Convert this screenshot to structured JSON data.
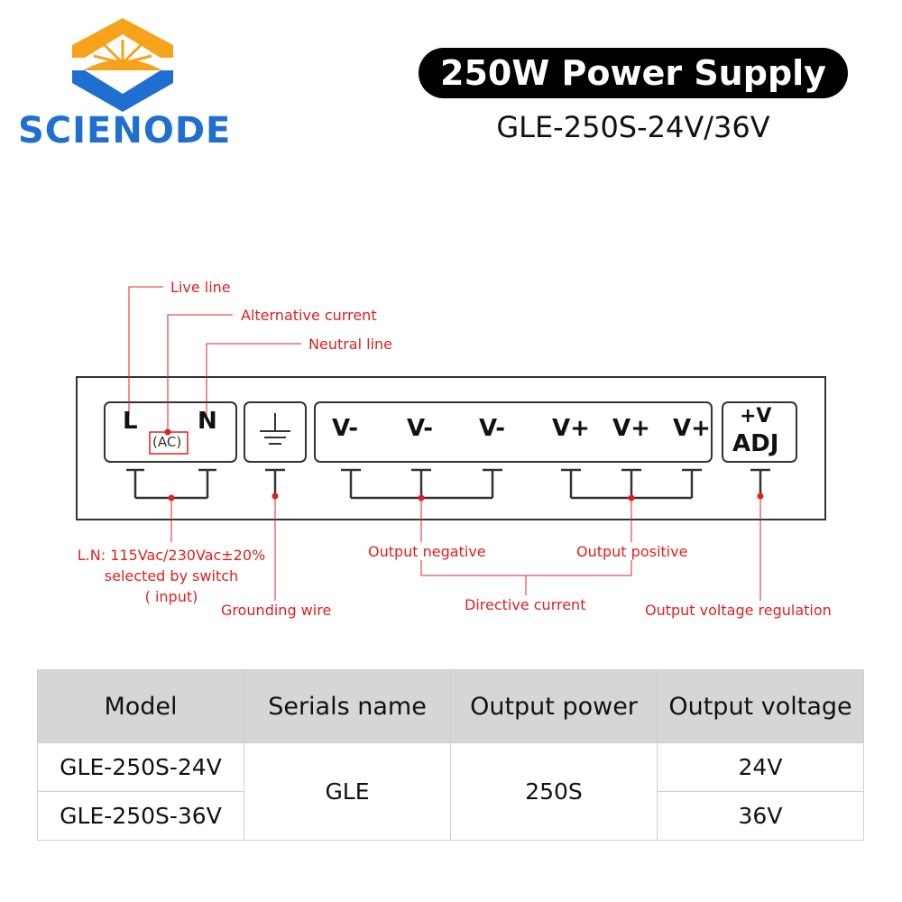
{
  "brand": {
    "name": "SCIENODE",
    "logo_icon": "hexagon-sunburst-icon",
    "colors": {
      "top": "#f7a21b",
      "bottom": "#1f6fd1"
    }
  },
  "header": {
    "title": "250W Power Supply",
    "model": "GLE-250S-24V/36V"
  },
  "diagram": {
    "terminals": {
      "L": "L",
      "AC": "(AC)",
      "N": "N",
      "ground_icon": "ground-symbol-icon",
      "v_minus_1": "V-",
      "v_minus_2": "V-",
      "v_minus_3": "V-",
      "v_plus_1": "V+",
      "v_plus_2": "V+",
      "v_plus_3": "V+",
      "adj_top": "+V",
      "adj_bottom": "ADJ"
    },
    "annotations": {
      "live_line": "Live line",
      "alternative_current": "Alternative current",
      "neutral_line": "Neutral line",
      "ln_line1": "L.N: 115Vac/230Vac±20%",
      "ln_line2": "selected by switch",
      "ln_line3": "( input)",
      "grounding_wire": "Grounding wire",
      "output_negative": "Output negative",
      "output_positive": "Output positive",
      "directive_current": "Directive current",
      "output_voltage_regulation": "Output voltage regulation"
    },
    "annotation_color": "#e02020"
  },
  "table": {
    "headers": [
      "Model",
      "Serials name",
      "Output power",
      "Output voltage"
    ],
    "rows": [
      {
        "model": "GLE-250S-24V",
        "voltage": "24V"
      },
      {
        "model": "GLE-250S-36V",
        "voltage": "36V"
      }
    ],
    "serials_name": "GLE",
    "output_power": "250S"
  }
}
